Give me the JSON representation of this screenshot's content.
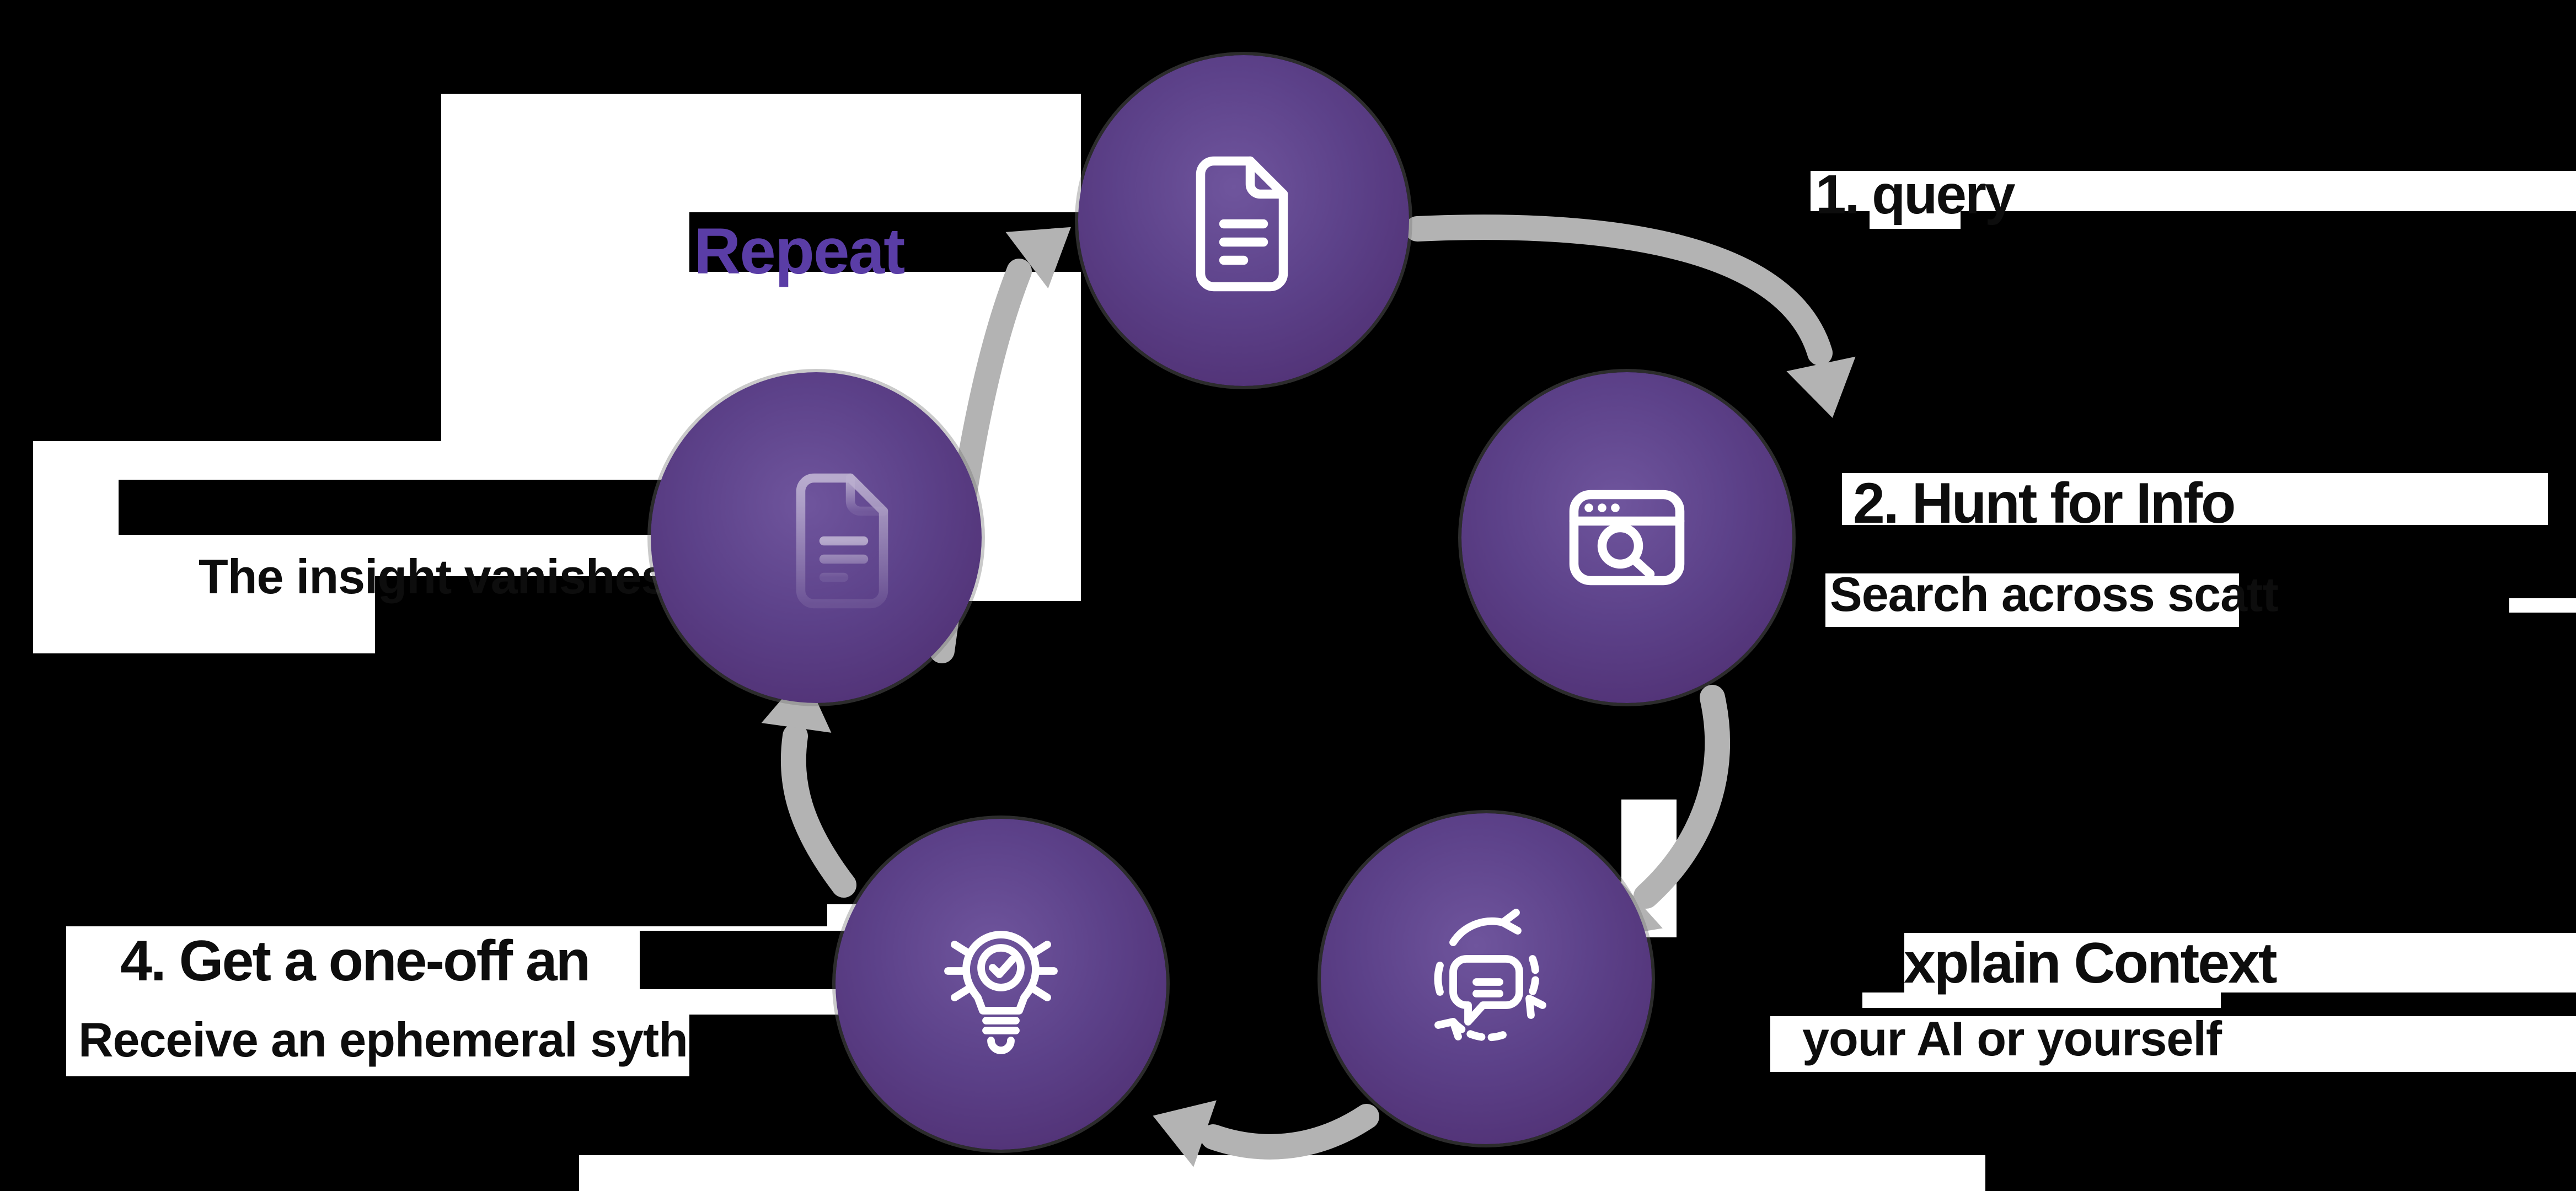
{
  "diagram": {
    "repeat": {
      "label": "Repeat",
      "color": "#5a3da6"
    },
    "steps": [
      {
        "title": "1. query",
        "subtitle": "",
        "icon": "document-icon"
      },
      {
        "title": "2. Hunt for Info",
        "subtitle": "Search across scatt",
        "icon": "browser-search-icon"
      },
      {
        "title": "xplain Context",
        "subtitle": "your AI or yourself",
        "icon": "chat-refresh-cycle-icon"
      },
      {
        "title": "4. Get a one-off an",
        "subtitle": "Receive an ephemeral syth",
        "icon": "lightbulb-check-icon"
      },
      {
        "title": "",
        "subtitle": "The insight vanishes",
        "icon": "fading-document-icon"
      }
    ],
    "colors": {
      "background": "#000000",
      "band_white": "#ffffff",
      "circle_gradient_center": "#6f559d",
      "circle_gradient_edge": "#4d2f70",
      "arrow_gray": "#b3b3b3",
      "repeat_purple": "#5a3da6",
      "text_black": "#0d0d0d",
      "icon_white": "#ffffff"
    }
  }
}
